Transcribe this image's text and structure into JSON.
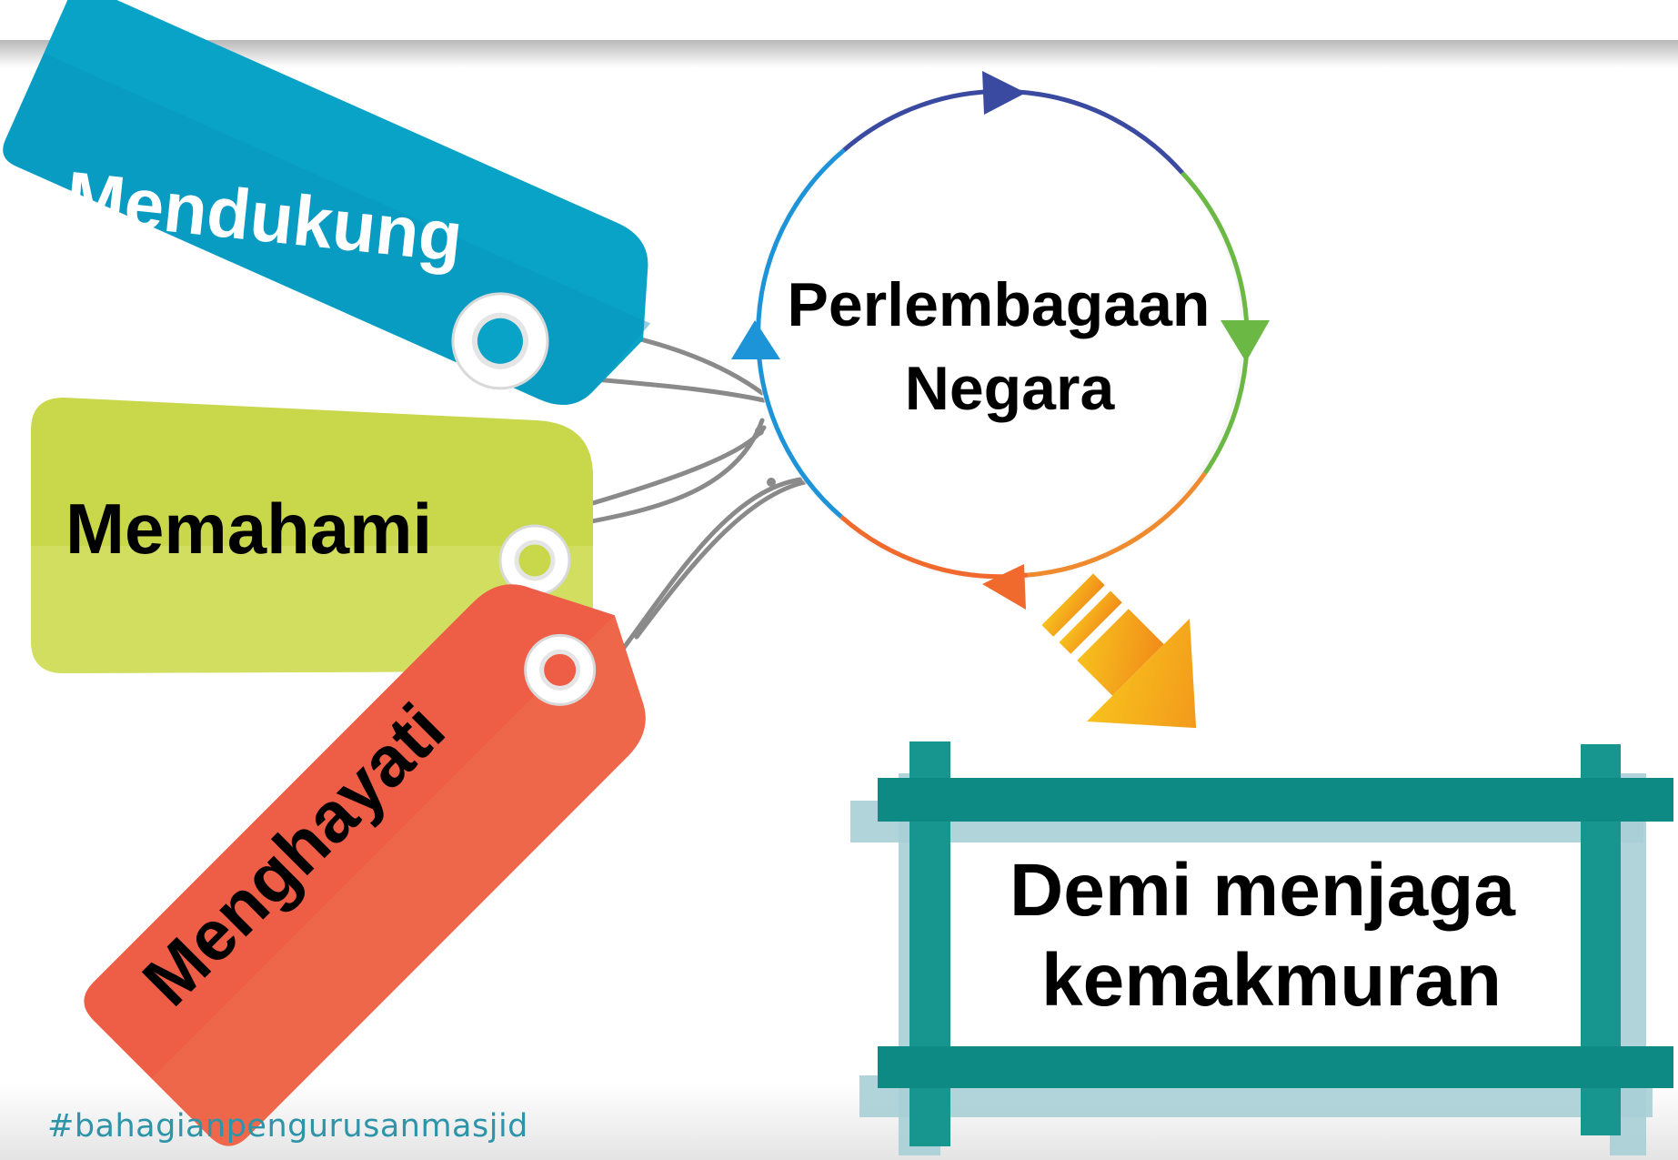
{
  "tags": [
    {
      "label": "Mendukung",
      "color": "#0aa3c8",
      "text_color": "#ffffff"
    },
    {
      "label": "Memahami",
      "color": "#c8d84a",
      "text_color": "#000000"
    },
    {
      "label": "Menghayati",
      "color": "#ee5d45",
      "text_color": "#000000"
    }
  ],
  "cycle": {
    "lines": [
      "Perlembagaan",
      "Negara"
    ],
    "arc_colors": [
      "#3a4aa0",
      "#6bb944",
      "#f08a2e",
      "#f06a2e",
      "#1e94d8"
    ]
  },
  "arrow": {
    "icon": "down-arrow-icon",
    "color": "#f4a21e"
  },
  "result_frame": {
    "lines": [
      "Demi menjaga",
      "kemakmuran"
    ],
    "color": "#16968e"
  },
  "footer": {
    "hashtag": "#bahagianpengurusanmasjid"
  }
}
